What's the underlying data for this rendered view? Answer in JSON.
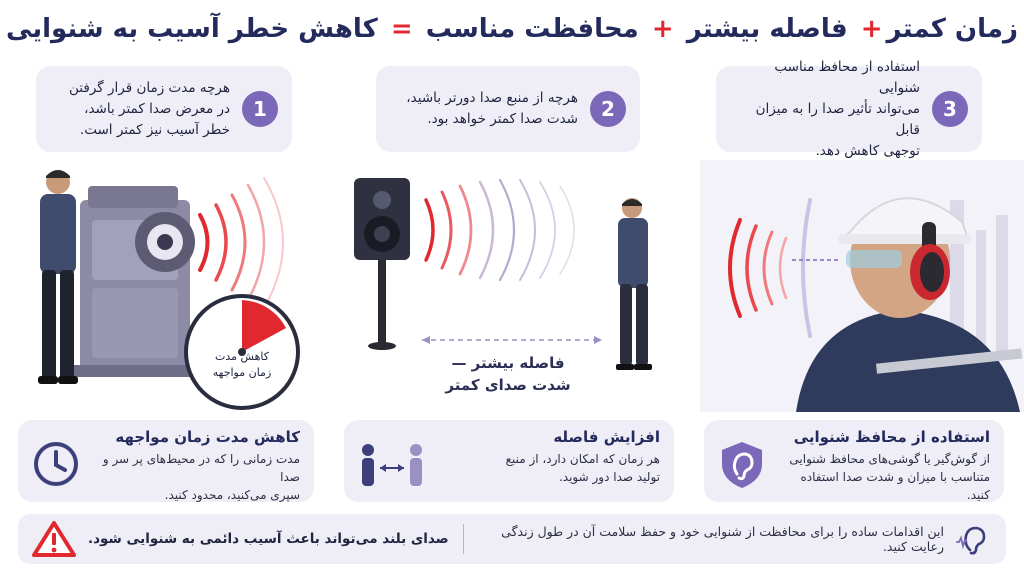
{
  "title": {
    "part1": "زمان کمتر",
    "plus1": "+",
    "part2": "فاصله بیشتر",
    "plus2": "+",
    "part3": "محافظت مناسب",
    "eq": "=",
    "part4": "کاهش خطر آسیب به شنوایی"
  },
  "steps": [
    {
      "num": "1",
      "line1": "هرچه مدت زمان قرار گرفتن",
      "line2": "در معرض صدا کمتر باشد،",
      "line3": "خطر آسیب نیز کمتر است."
    },
    {
      "num": "2",
      "line1": "هرچه از منبع صدا دورتر باشید،",
      "line2": "شدت صدا کمتر خواهد بود."
    },
    {
      "num": "3",
      "line1": "استفاده از محافظ مناسب شنوایی",
      "line2": "می‌تواند تأثیر صدا را به میزان قابل",
      "line3": "توجهی کاهش دهد."
    }
  ],
  "timer": {
    "line1": "کاهش مدت",
    "line2": "زمان مواجهه"
  },
  "distance": {
    "line1": "فاصله بیشتر —",
    "line2": "شدت صدای کمتر"
  },
  "cards": [
    {
      "title": "کاهش مدت زمان مواجهه",
      "line1": "مدت زمانی را که در محیط‌های پر سر و صدا",
      "line2": "سپری می‌کنید، محدود کنید.",
      "icon": "clock-icon"
    },
    {
      "title": "افزایش فاصله",
      "line1": "هر زمان که امکان دارد، از منبع",
      "line2": "تولید صدا دور شوید.",
      "icon": "people-distance-icon"
    },
    {
      "title": "استفاده از محافظ شنوایی",
      "line1": "از گوش‌گیر یا گوشی‌های محافظ شنوایی",
      "line2": "متناسب با میزان و شدت صدا استفاده کنید.",
      "icon": "ear-shield-icon"
    }
  ],
  "bottom": {
    "message": "این اقدامات ساده را برای محافظت از شنوایی خود و حفظ سلامت آن در طول زندگی رعایت کنید.",
    "warning": "صدای بلند می‌تواند باعث آسیب دائمی به شنوایی شود."
  },
  "colors": {
    "accent": "#7b68b8",
    "danger": "#e0282e",
    "navy": "#232a5c",
    "card": "#efedf6"
  }
}
